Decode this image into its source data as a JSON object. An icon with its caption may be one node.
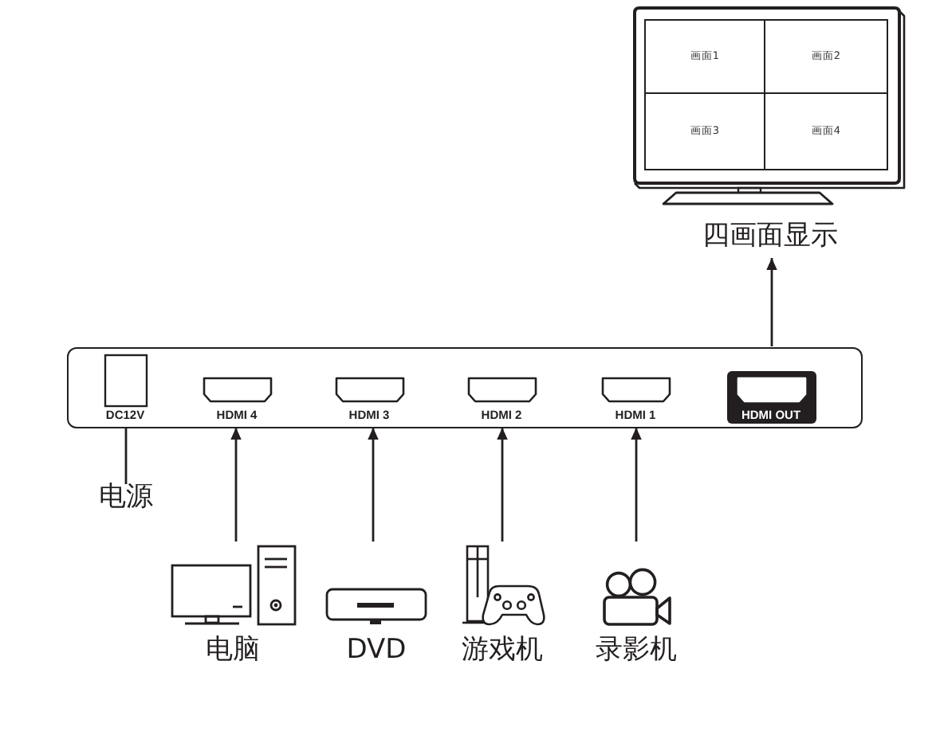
{
  "diagram": {
    "nodes": [
      {
        "text": [],
        "shape": "picture",
        "beside": [
          "四画面显示"
        ]
      },
      {
        "text": [
          "画面1"
        ],
        "in": 0
      },
      {
        "text": [
          "画面2"
        ],
        "in": 0
      },
      {
        "text": [
          "画面3"
        ],
        "in": 0
      },
      {
        "text": [
          "画面4"
        ],
        "in": 0
      },
      {
        "text": [],
        "shape": "box"
      },
      {
        "text": [
          "DC12V"
        ],
        "in": 5
      },
      {
        "text": [
          "HDMI 4"
        ],
        "in": 5
      },
      {
        "text": [
          "HDMI 3"
        ],
        "in": 5
      },
      {
        "text": [
          "HDMI 2"
        ],
        "in": 5
      },
      {
        "text": [
          "HDMI 1"
        ],
        "in": 5
      },
      {
        "text": [
          "HDMI OUT"
        ],
        "in": 5
      },
      {
        "text": [
          "电源"
        ]
      },
      {
        "text": [
          "电脑"
        ]
      },
      {
        "text": [
          "DVD"
        ]
      },
      {
        "text": [
          "游戏机"
        ]
      },
      {
        "text": [
          "录影机"
        ]
      }
    ],
    "edges": [
      {
        "from": 11,
        "to": 0,
        "arrow": "to"
      },
      {
        "from": 6,
        "to": 12,
        "arrow": "none"
      },
      {
        "from": 13,
        "to": 7,
        "arrow": "to"
      },
      {
        "from": 14,
        "to": 8,
        "arrow": "to"
      },
      {
        "from": 15,
        "to": 9,
        "arrow": "to"
      },
      {
        "from": 16,
        "to": 10,
        "arrow": "to"
      }
    ]
  }
}
